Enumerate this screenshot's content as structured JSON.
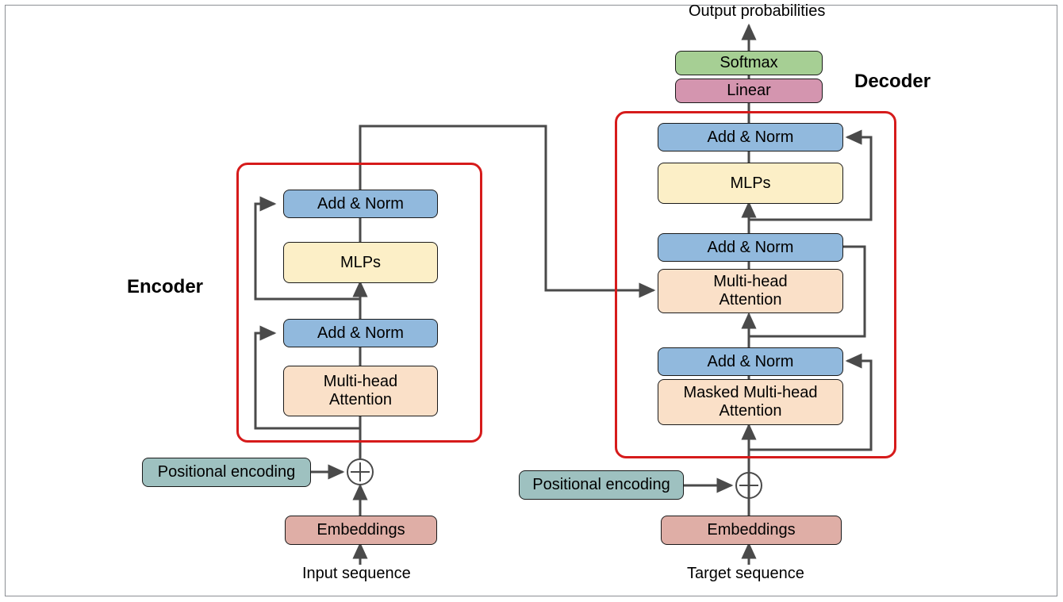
{
  "diagram": {
    "title": "Transformer encoder-decoder architecture",
    "colors": {
      "add_norm": "#91b9dd",
      "mlp": "#fcefc7",
      "attention": "#fae0c8",
      "softmax": "#a6cf94",
      "linear": "#d495af",
      "positional_encoding": "#9ec1c0",
      "embeddings": "#dfaea6",
      "group_border": "#d61b1b",
      "arrow": "#4a4a4a",
      "node_border": "#1a1a1a",
      "frame": "#8c8f94"
    }
  },
  "groups": {
    "encoder": {
      "label": "Encoder"
    },
    "decoder": {
      "label": "Decoder"
    }
  },
  "encoder": {
    "add_norm_top": "Add & Norm",
    "mlps": "MLPs",
    "add_norm_bottom": "Add & Norm",
    "attention": "Multi-head\nAttention",
    "positional_encoding": "Positional encoding",
    "embeddings": "Embeddings",
    "input_label": "Input sequence",
    "sum_operator": "plus-circle"
  },
  "decoder": {
    "add_norm_top": "Add & Norm",
    "mlps": "MLPs",
    "add_norm_middle": "Add & Norm",
    "cross_attention": "Multi-head\nAttention",
    "add_norm_bottom": "Add & Norm",
    "masked_attention": "Masked Multi-head\nAttention",
    "positional_encoding": "Positional encoding",
    "embeddings": "Embeddings",
    "input_label": "Target sequence",
    "sum_operator": "plus-circle"
  },
  "head": {
    "linear": "Linear",
    "softmax": "Softmax",
    "output_label": "Output probabilities"
  }
}
